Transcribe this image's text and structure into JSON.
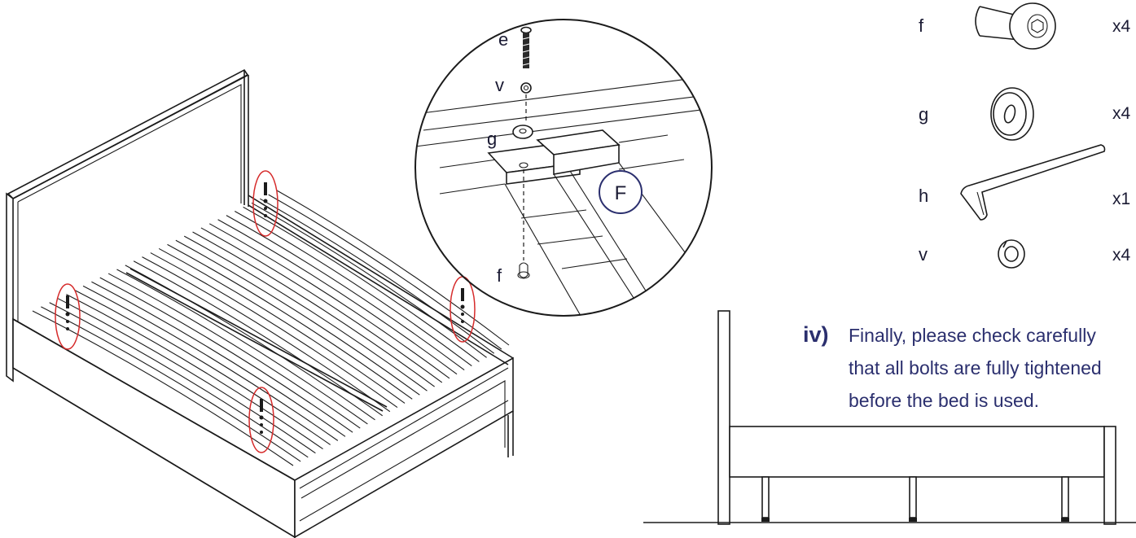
{
  "detail": {
    "labels": {
      "e": "e",
      "v": "v",
      "g": "g",
      "f": "f"
    },
    "frame_label": "F"
  },
  "parts_list": [
    {
      "letter": "f",
      "qty": "x4",
      "icon": "barrel-nut-icon"
    },
    {
      "letter": "g",
      "qty": "x4",
      "icon": "washer-icon"
    },
    {
      "letter": "h",
      "qty": "x1",
      "icon": "allen-key-icon"
    },
    {
      "letter": "v",
      "qty": "x4",
      "icon": "spring-washer-icon"
    }
  ],
  "step": {
    "number": "iv)",
    "lines": [
      "Finally, please check carefully",
      "that all bolts are fully tightened",
      "before the bed is used."
    ]
  },
  "colors": {
    "highlight": "#d62b2b",
    "text": "#2b2f6e",
    "ink": "#1b1b1b"
  }
}
